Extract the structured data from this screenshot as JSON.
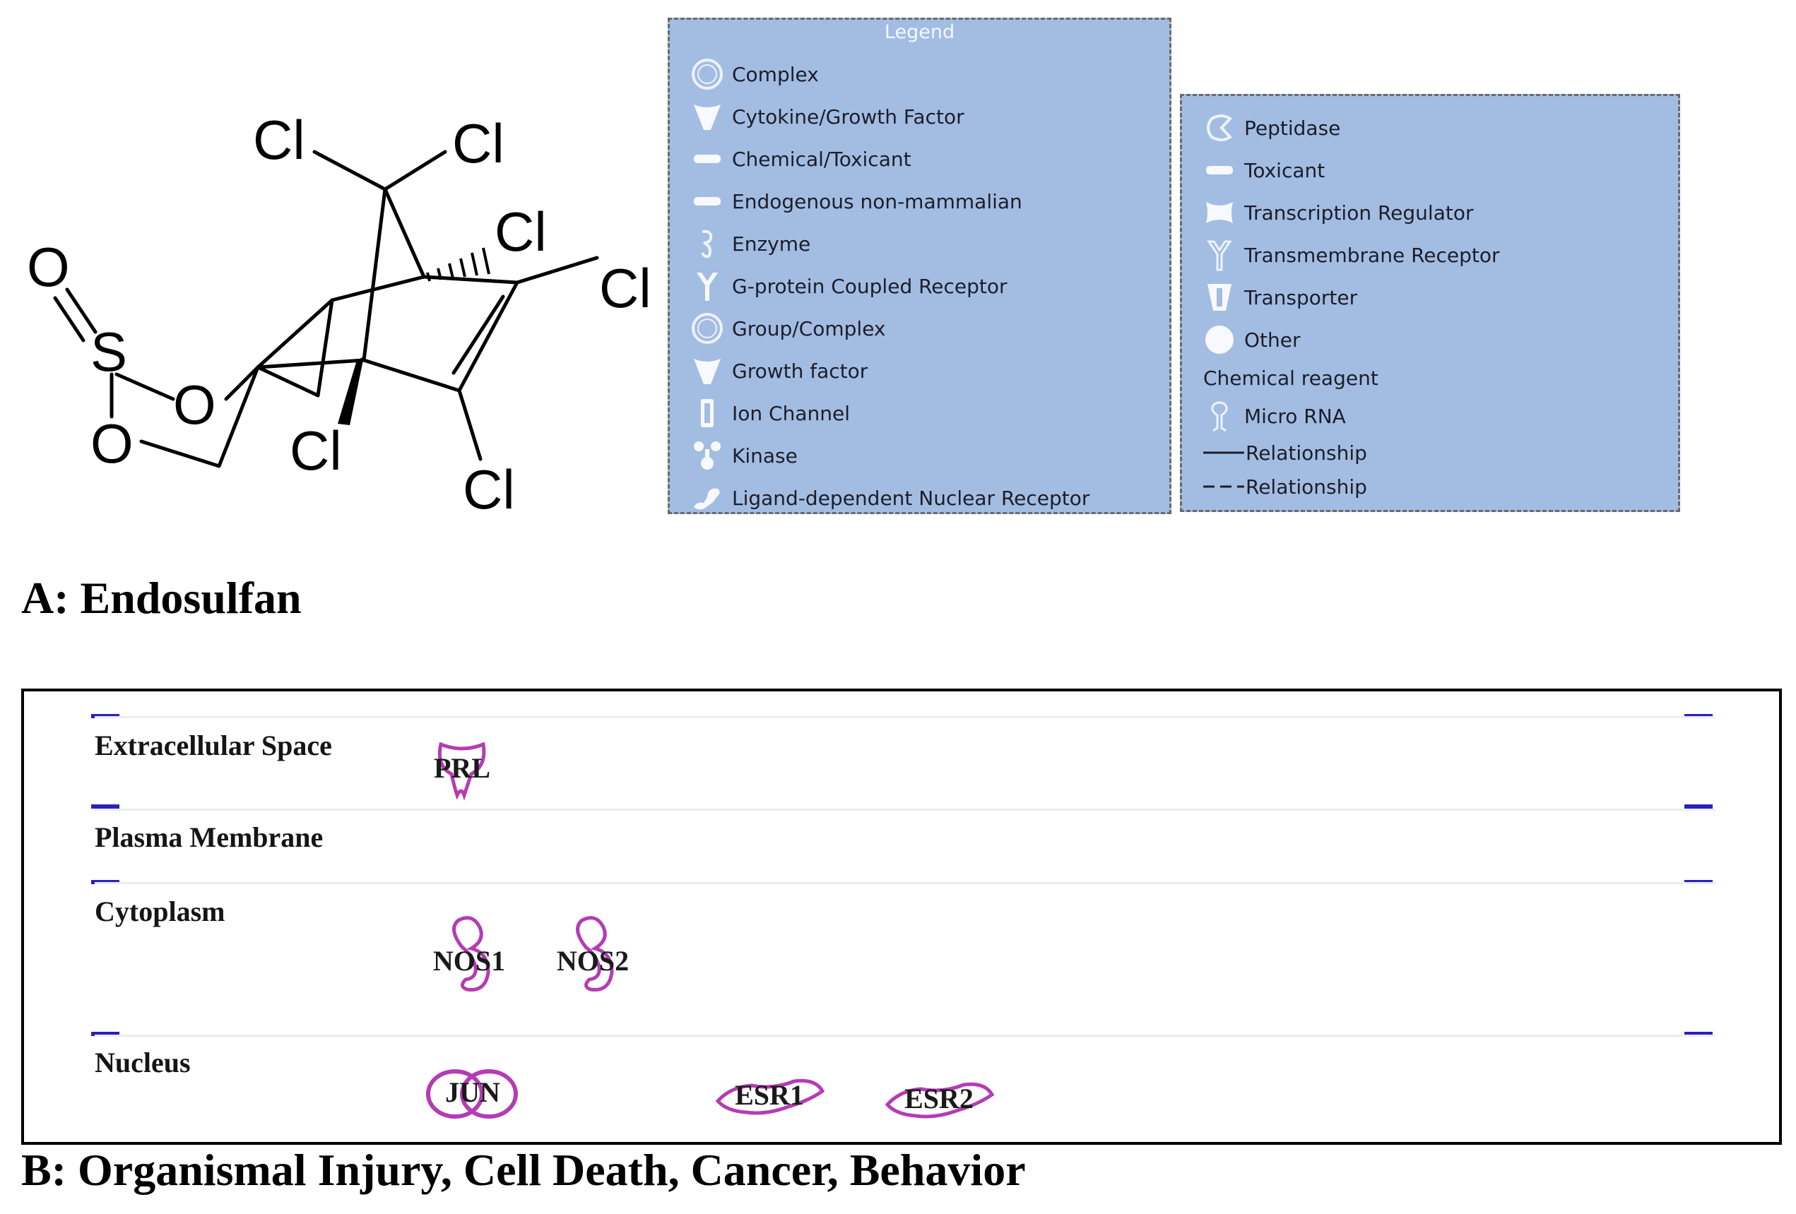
{
  "molecule": {
    "atoms": {
      "cl1": "Cl",
      "cl2": "Cl",
      "cl3": "Cl",
      "cl4": "Cl",
      "cl5": "Cl",
      "cl6": "Cl",
      "o_double": "O",
      "s": "S",
      "o_ring1": "O",
      "o_ring2": "O"
    }
  },
  "legend_left": {
    "title": "Legend",
    "items": [
      {
        "label": "Complex",
        "icon": "complex-icon"
      },
      {
        "label": "Cytokine/Growth Factor",
        "icon": "cytokine-icon"
      },
      {
        "label": "Chemical/Toxicant",
        "icon": "chemical-icon"
      },
      {
        "label": "Endogenous non-mammalian",
        "icon": "endogenous-icon"
      },
      {
        "label": "Enzyme",
        "icon": "enzyme-icon"
      },
      {
        "label": "G-protein Coupled Receptor",
        "icon": "gpcr-icon"
      },
      {
        "label": "Group/Complex",
        "icon": "group-icon"
      },
      {
        "label": "Growth factor",
        "icon": "growth-factor-icon"
      },
      {
        "label": "Ion Channel",
        "icon": "ion-channel-icon"
      },
      {
        "label": "Kinase",
        "icon": "kinase-icon"
      },
      {
        "label": "Ligand-dependent Nuclear Receptor",
        "icon": "nuclear-receptor-icon"
      }
    ]
  },
  "legend_right": {
    "items": [
      {
        "label": "Peptidase",
        "icon": "peptidase-icon"
      },
      {
        "label": "Toxicant",
        "icon": "toxicant-icon"
      },
      {
        "label": "Transcription Regulator",
        "icon": "transcription-regulator-icon"
      },
      {
        "label": "Transmembrane Receptor",
        "icon": "transmembrane-receptor-icon"
      },
      {
        "label": "Transporter",
        "icon": "transporter-icon"
      },
      {
        "label": "Other",
        "icon": "other-icon"
      }
    ],
    "chemical_reagent": "Chemical reagent",
    "micro_rna": "Micro RNA",
    "relationship_solid": "Relationship",
    "relationship_dashed": "Relationship"
  },
  "caption_a": "A: Endosulfan",
  "caption_b": "B: Organismal Injury, Cell Death, Cancer, Behavior",
  "pathway": {
    "lanes": [
      {
        "label": "Extracellular Space"
      },
      {
        "label": "Plasma Membrane"
      },
      {
        "label": "Cytoplasm"
      },
      {
        "label": "Nucleus"
      }
    ],
    "nodes": [
      {
        "label": "PRL",
        "type": "cytokine"
      },
      {
        "label": "NOS1",
        "type": "enzyme"
      },
      {
        "label": "NOS2",
        "type": "enzyme"
      },
      {
        "label": "JUN",
        "type": "transcription-regulator"
      },
      {
        "label": "ESR1",
        "type": "nuclear-receptor"
      },
      {
        "label": "ESR2",
        "type": "nuclear-receptor"
      }
    ],
    "colors": {
      "node": "#b43cb4",
      "tick": "#2a21b8"
    }
  }
}
